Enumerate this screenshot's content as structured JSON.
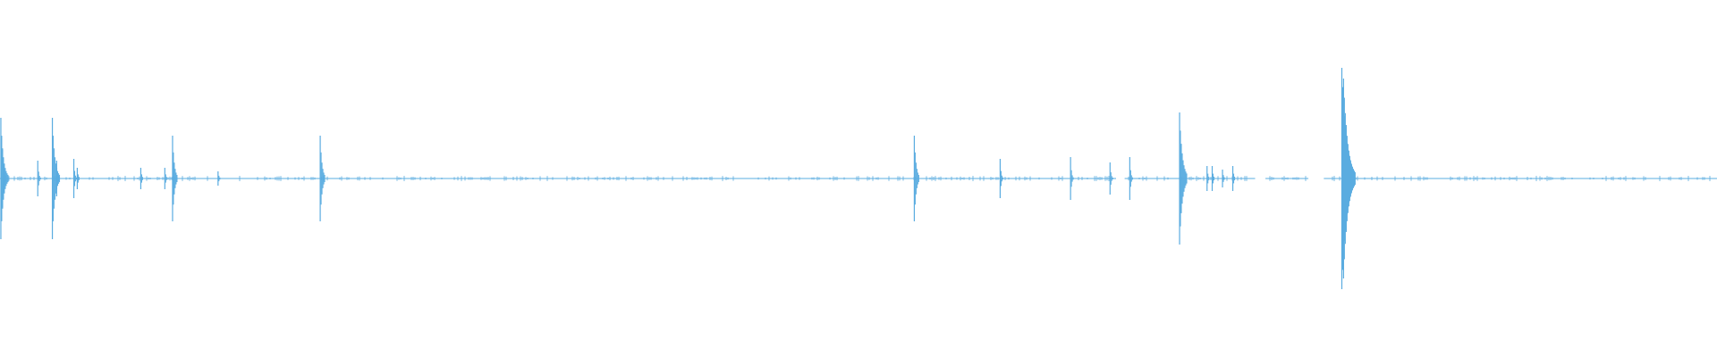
{
  "waveform": {
    "color": "#5aace0",
    "background": "#ffffff",
    "time_range": [
      0,
      1
    ],
    "amplitude_range": [
      -1,
      1
    ],
    "baseline_amplitude": 0.012,
    "peaks": [
      {
        "t": 0.0005,
        "amp": 0.34
      },
      {
        "t": 0.0015,
        "amp": 0.16
      },
      {
        "t": 0.022,
        "amp": 0.1
      },
      {
        "t": 0.0305,
        "amp": 0.34
      },
      {
        "t": 0.033,
        "amp": 0.1
      },
      {
        "t": 0.043,
        "amp": 0.11
      },
      {
        "t": 0.045,
        "amp": 0.06
      },
      {
        "t": 0.082,
        "amp": 0.06
      },
      {
        "t": 0.096,
        "amp": 0.06
      },
      {
        "t": 0.1005,
        "amp": 0.24
      },
      {
        "t": 0.127,
        "amp": 0.04
      },
      {
        "t": 0.1865,
        "amp": 0.24
      },
      {
        "t": 0.5325,
        "amp": 0.24
      },
      {
        "t": 0.5825,
        "amp": 0.11
      },
      {
        "t": 0.6235,
        "amp": 0.12
      },
      {
        "t": 0.6465,
        "amp": 0.09
      },
      {
        "t": 0.658,
        "amp": 0.12
      },
      {
        "t": 0.687,
        "amp": 0.37
      },
      {
        "t": 0.703,
        "amp": 0.07
      },
      {
        "t": 0.706,
        "amp": 0.07
      },
      {
        "t": 0.712,
        "amp": 0.05
      },
      {
        "t": 0.718,
        "amp": 0.07
      },
      {
        "t": 0.7815,
        "amp": 0.62
      },
      {
        "t": 0.7825,
        "amp": 0.56
      },
      {
        "t": 0.784,
        "amp": 0.3
      }
    ],
    "gaps": [
      [
        0.65,
        0.655
      ],
      [
        0.731,
        0.737
      ],
      [
        0.762,
        0.771
      ]
    ]
  }
}
